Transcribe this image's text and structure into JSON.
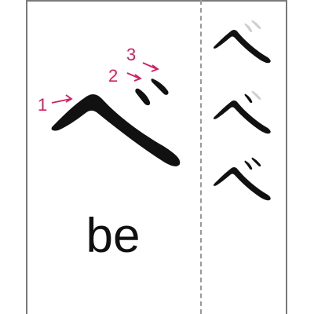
{
  "character": "べ",
  "romaji": "be",
  "stroke_numbers": [
    "1",
    "2",
    "3"
  ],
  "colors": {
    "stroke_ink": "#111111",
    "guide_ink": "#cfcfcf",
    "label_accent": "#d81b60",
    "border": "#7a7a7a"
  },
  "steps": [
    {
      "label": "step-1"
    },
    {
      "label": "step-2"
    },
    {
      "label": "step-3"
    }
  ]
}
